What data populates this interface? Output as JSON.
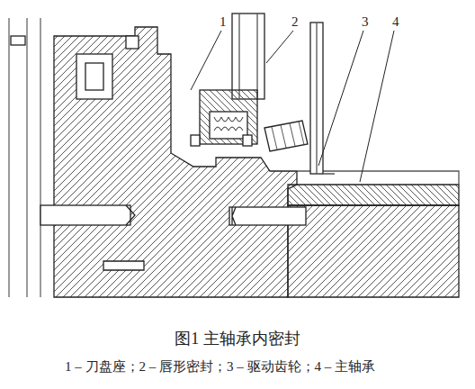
{
  "diagram": {
    "caption": "图1 主轴承内密封",
    "labels": [
      "1",
      "2",
      "3",
      "4",
      "1 – 刀盘座；2 – 唇形密封；3 – 驱动齿轮；4 – 主轴承"
    ]
  }
}
